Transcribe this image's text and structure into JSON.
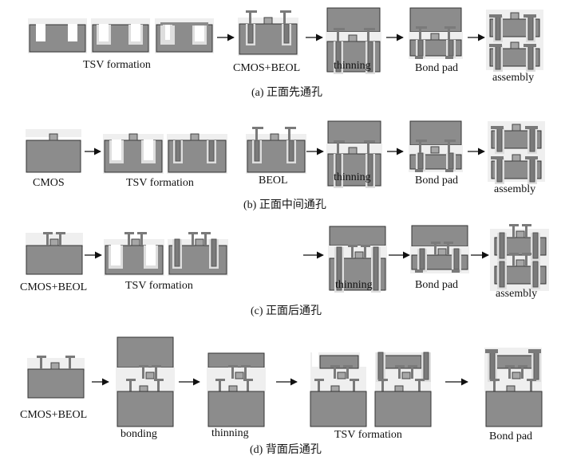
{
  "colors": {
    "silicon": "#8c8c8c",
    "silicon_edge": "#333333",
    "liner": "#dedede",
    "metal": "#7a7a7a",
    "pad": "#a6a6a6",
    "background_box": "#efefef",
    "arrow": "#111111"
  },
  "rows": [
    {
      "caption": "(a) 正面先通孔",
      "labels": [
        "TSV formation",
        "CMOS+BEOL",
        "thinning",
        "Bond pad",
        "assembly"
      ]
    },
    {
      "caption": "(b) 正面中间通孔",
      "labels": [
        "CMOS",
        "TSV formation",
        "BEOL",
        "thinning",
        "Bond pad",
        "assembly"
      ]
    },
    {
      "caption": "(c) 正面后通孔",
      "labels": [
        "CMOS+BEOL",
        "TSV formation",
        "thinning",
        "Bond pad",
        "assembly"
      ]
    },
    {
      "caption": "(d) 背面后通孔",
      "labels": [
        "CMOS+BEOL",
        "bonding",
        "thinning",
        "TSV formation",
        "Bond pad"
      ]
    }
  ]
}
